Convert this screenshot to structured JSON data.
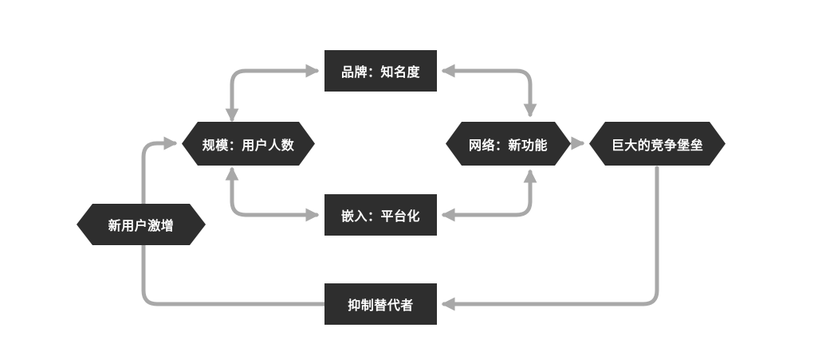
{
  "diagram": {
    "title": "",
    "colors": {
      "node_bg": "#2e2e2e",
      "node_text": "#ffffff",
      "arrow": "#a8a8a8",
      "background": "#ffffff"
    },
    "nodes": [
      {
        "id": "brand",
        "label": "品牌：知名度",
        "shape": "rect"
      },
      {
        "id": "scale",
        "label": "规模：用户人数",
        "shape": "hexagon"
      },
      {
        "id": "network",
        "label": "网络：新功能",
        "shape": "hexagon"
      },
      {
        "id": "fortress",
        "label": "巨大的竞争堡垒",
        "shape": "hexagon"
      },
      {
        "id": "embed",
        "label": "嵌入：平台化",
        "shape": "rect"
      },
      {
        "id": "surge",
        "label": "新用户激增",
        "shape": "hexagon"
      },
      {
        "id": "suppress",
        "label": "抑制替代者",
        "shape": "rect"
      }
    ],
    "edges": [
      {
        "from": "scale",
        "to": "brand",
        "bidirectional": true
      },
      {
        "from": "brand",
        "to": "network",
        "bidirectional": true
      },
      {
        "from": "network",
        "to": "fortress",
        "bidirectional": false
      },
      {
        "from": "scale",
        "to": "embed",
        "bidirectional": true
      },
      {
        "from": "embed",
        "to": "network",
        "bidirectional": true
      },
      {
        "from": "fortress",
        "to": "suppress",
        "bidirectional": false
      },
      {
        "from": "suppress",
        "to": "scale",
        "bidirectional": false
      },
      {
        "from": "surge",
        "to": "scale",
        "bidirectional": false
      }
    ]
  }
}
